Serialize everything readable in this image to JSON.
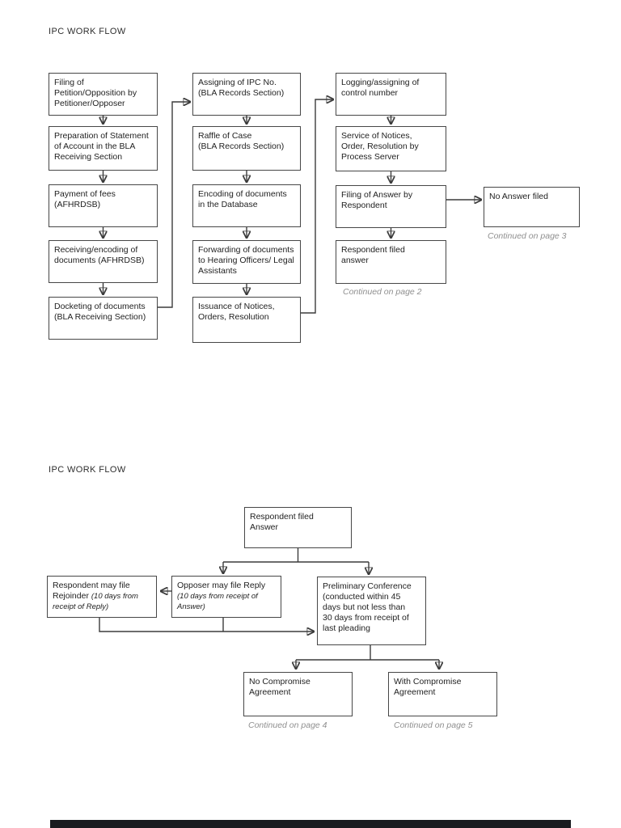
{
  "titles": {
    "flow1": "IPC WORK FLOW",
    "flow2": "IPC WORK FLOW"
  },
  "flow1": {
    "filing": "Filing of\nPetition/Opposition by\nPetitioner/Opposer",
    "preparation": "Preparation of Statement\nof Account in the BLA\nReceiving Section",
    "payment": "Payment of fees\n(AFHRDSB)",
    "receiving": "Receiving/encoding of\ndocuments (AFHRDSB)",
    "docketing": "Docketing of documents\n(BLA Receiving Section)",
    "assigning": "Assigning of IPC No.\n(BLA Records Section)",
    "raffle": "Raffle of Case\n(BLA Records Section)",
    "encoding": "Encoding of documents\nin the Database",
    "forwarding": "Forwarding of documents\nto Hearing Officers/ Legal\nAssistants",
    "issuance": "Issuance of Notices,\nOrders, Resolution",
    "logging": "Logging/assigning of\ncontrol number",
    "service": "Service of Notices,\nOrder, Resolution by\nProcess Server",
    "filing_answer": "Filing of Answer by\nRespondent",
    "respondent_filed": "Respondent filed\nanswer",
    "no_answer": "No Answer filed",
    "continued_p2": "Continued on page 2",
    "continued_p3": "Continued on page 3"
  },
  "flow2": {
    "respondent_filed_answer": "Respondent filed\nAnswer",
    "rejoinder_main": "Respondent may file\nRejoinder ",
    "rejoinder_note": "(10 days from\nreceipt of Reply)",
    "reply_main": "Opposer may file Reply\n",
    "reply_note": "(10 days from receipt of\nAnswer)",
    "prelim_conference": "Preliminary Conference\n(conducted within 45\ndays but not less than\n30 days from receipt of\nlast pleading",
    "no_compromise": "No Compromise\nAgreement",
    "with_compromise": "With Compromise\nAgreement",
    "continued_p4": "Continued on page 4",
    "continued_p5": "Continued on page 5"
  },
  "colors": {
    "box_border": "#474747",
    "text": "#1f1f1f",
    "muted_italic": "#8f8f8f",
    "page_background": "#ffffff",
    "bottom_bar": "#191b1f"
  }
}
